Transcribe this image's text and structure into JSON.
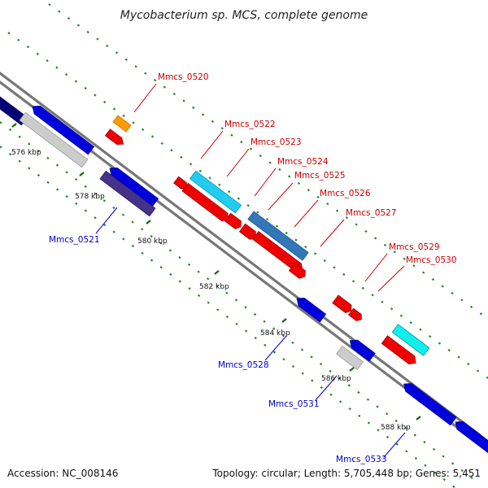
{
  "title": "Mycobacterium sp. MCS, complete genome",
  "footer": {
    "accession": "Accession: NC_008146",
    "summary": "Topology: circular; Length: 5,705,448 bp; Genes: 5,451"
  },
  "colors": {
    "forward_strand": "#ee0000",
    "reverse_strand": "#0000dd",
    "forward_label": "#cc0000",
    "reverse_label": "#0000cc",
    "backbone": "#777777",
    "grid": "#228822",
    "tick_mark": "#116611"
  },
  "ticks": [
    {
      "label": "576 kbp"
    },
    {
      "label": "578 kbp"
    },
    {
      "label": "580 kbp"
    },
    {
      "label": "582 kbp"
    },
    {
      "label": "584 kbp"
    },
    {
      "label": "586 kbp"
    },
    {
      "label": "588 kbp"
    }
  ],
  "gene_labels": [
    {
      "label": "Mmcs_0520",
      "strand": "forward"
    },
    {
      "label": "Mmcs_0521",
      "strand": "reverse"
    },
    {
      "label": "Mmcs_0522",
      "strand": "forward"
    },
    {
      "label": "Mmcs_0523",
      "strand": "forward"
    },
    {
      "label": "Mmcs_0524",
      "strand": "forward"
    },
    {
      "label": "Mmcs_0525",
      "strand": "forward"
    },
    {
      "label": "Mmcs_0526",
      "strand": "forward"
    },
    {
      "label": "Mmcs_0527",
      "strand": "forward"
    },
    {
      "label": "Mmcs_0528",
      "strand": "reverse"
    },
    {
      "label": "Mmcs_0529",
      "strand": "forward"
    },
    {
      "label": "Mmcs_0530",
      "strand": "forward"
    },
    {
      "label": "Mmcs_0531",
      "strand": "reverse"
    },
    {
      "label": "Mmcs_0533",
      "strand": "reverse"
    }
  ]
}
